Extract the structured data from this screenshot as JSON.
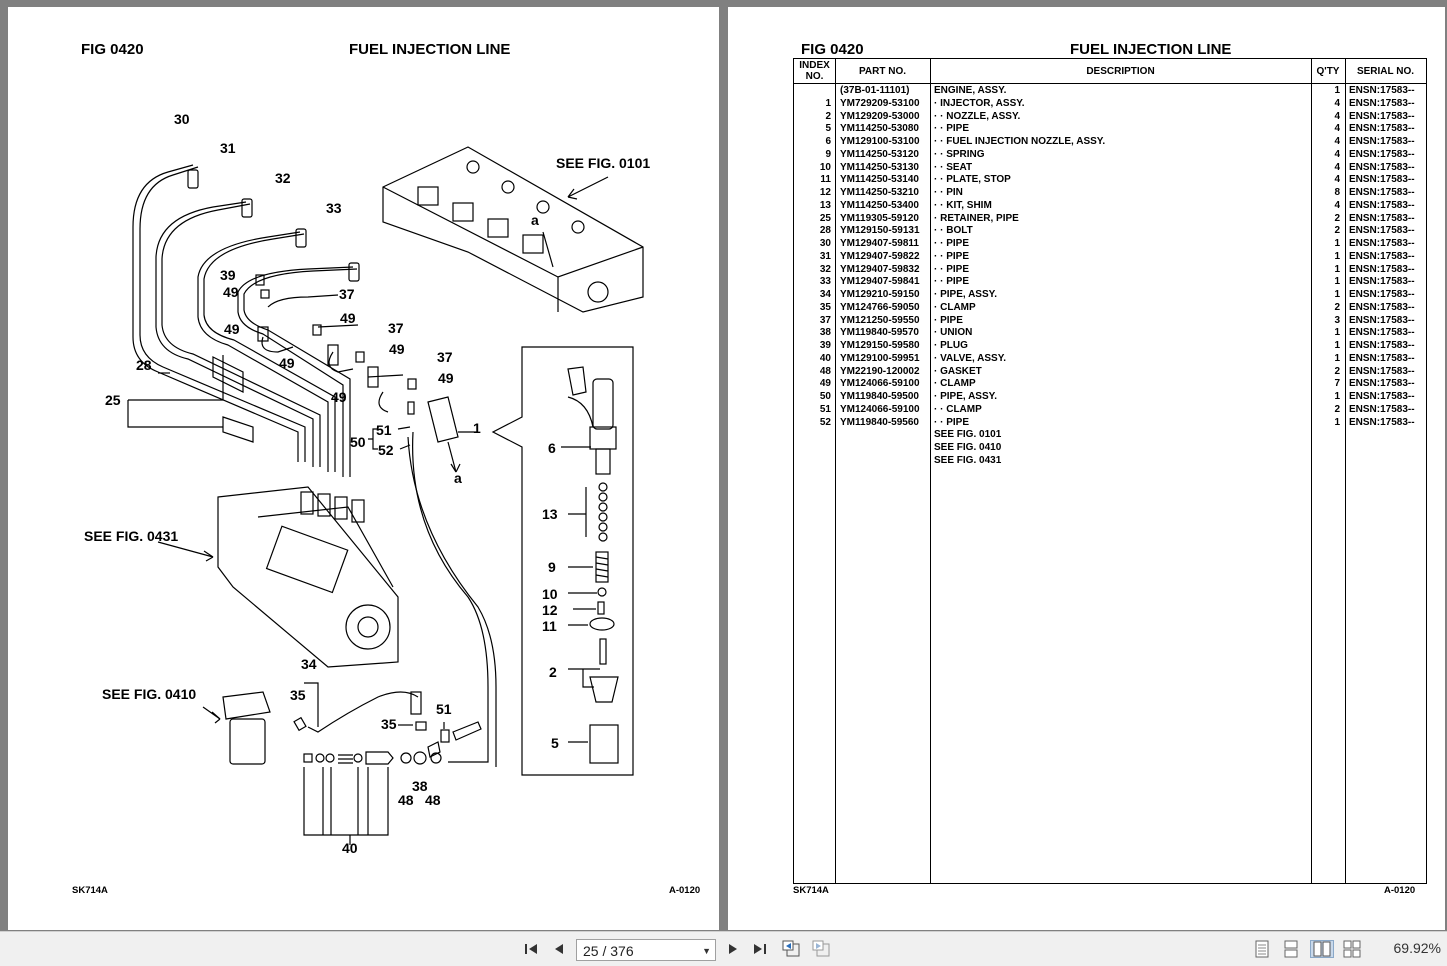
{
  "left_page": {
    "fig_code": "FIG   0420",
    "title": "FUEL INJECTION LINE",
    "footer_left": "SK714A",
    "footer_right": "A-0120",
    "callouts": {
      "see_0101": "SEE FIG. 0101",
      "see_0431": "SEE FIG. 0431",
      "see_0410": "SEE FIG. 0410",
      "n30": "30",
      "n31": "31",
      "n32": "32",
      "n33": "33",
      "n39": "39",
      "n49a": "49",
      "n37a": "37",
      "n49b": "49",
      "n49c": "49",
      "n37b": "37",
      "n49d": "49",
      "n49e": "49",
      "n37c": "37",
      "n49f": "49",
      "n49g": "49",
      "n28": "28",
      "n25": "25",
      "n50": "50",
      "n51a": "51",
      "n52": "52",
      "n1": "1",
      "a1": "a",
      "a2": "a",
      "n6": "6",
      "n13": "13",
      "n9": "9",
      "n10": "10",
      "n12": "12",
      "n11": "11",
      "n2": "2",
      "n5": "5",
      "n34": "34",
      "n35a": "35",
      "n35b": "35",
      "n51b": "51",
      "n38": "38",
      "n48a": "48",
      "n48b": "48",
      "n40": "40"
    }
  },
  "right_page": {
    "fig_code": "FIG   0420",
    "title": "FUEL INJECTION LINE",
    "footer_left": "SK714A",
    "footer_right": "A-0120",
    "headers": {
      "index": "INDEX NO.",
      "part": "PART NO.",
      "desc": "DESCRIPTION",
      "qty": "Q'TY",
      "serial": "SERIAL NO."
    },
    "rows": [
      {
        "idx": "",
        "part": "(37B-01-11101)",
        "desc": "ENGINE, ASSY.",
        "qty": "1",
        "serial": "ENSN:17583--"
      },
      {
        "idx": "1",
        "part": "YM729209-53100",
        "desc": "· INJECTOR, ASSY.",
        "qty": "4",
        "serial": "ENSN:17583--"
      },
      {
        "idx": "2",
        "part": "YM129209-53000",
        "desc": "· · NOZZLE, ASSY.",
        "qty": "4",
        "serial": "ENSN:17583--"
      },
      {
        "idx": "5",
        "part": "YM114250-53080",
        "desc": "· · PIPE",
        "qty": "4",
        "serial": "ENSN:17583--"
      },
      {
        "idx": "6",
        "part": "YM129100-53100",
        "desc": "· · FUEL INJECTION NOZZLE, ASSY.",
        "qty": "4",
        "serial": "ENSN:17583--"
      },
      {
        "idx": "9",
        "part": "YM114250-53120",
        "desc": "· · SPRING",
        "qty": "4",
        "serial": "ENSN:17583--"
      },
      {
        "idx": "10",
        "part": "YM114250-53130",
        "desc": "· · SEAT",
        "qty": "4",
        "serial": "ENSN:17583--"
      },
      {
        "idx": "11",
        "part": "YM114250-53140",
        "desc": "· · PLATE, STOP",
        "qty": "4",
        "serial": "ENSN:17583--"
      },
      {
        "idx": "12",
        "part": "YM114250-53210",
        "desc": "· · PIN",
        "qty": "8",
        "serial": "ENSN:17583--"
      },
      {
        "idx": "13",
        "part": "YM114250-53400",
        "desc": "· · KIT, SHIM",
        "qty": "4",
        "serial": "ENSN:17583--"
      },
      {
        "idx": "25",
        "part": "YM119305-59120",
        "desc": "· RETAINER, PIPE",
        "qty": "2",
        "serial": "ENSN:17583--"
      },
      {
        "idx": "28",
        "part": "YM129150-59131",
        "desc": "· · BOLT",
        "qty": "2",
        "serial": "ENSN:17583--"
      },
      {
        "idx": "30",
        "part": "YM129407-59811",
        "desc": "· · PIPE",
        "qty": "1",
        "serial": "ENSN:17583--"
      },
      {
        "idx": "31",
        "part": "YM129407-59822",
        "desc": "· · PIPE",
        "qty": "1",
        "serial": "ENSN:17583--"
      },
      {
        "idx": "32",
        "part": "YM129407-59832",
        "desc": "· · PIPE",
        "qty": "1",
        "serial": "ENSN:17583--"
      },
      {
        "idx": "33",
        "part": "YM129407-59841",
        "desc": "· · PIPE",
        "qty": "1",
        "serial": "ENSN:17583--"
      },
      {
        "idx": "34",
        "part": "YM129210-59150",
        "desc": "· PIPE, ASSY.",
        "qty": "1",
        "serial": "ENSN:17583--"
      },
      {
        "idx": "35",
        "part": "YM124766-59050",
        "desc": "· CLAMP",
        "qty": "2",
        "serial": "ENSN:17583--"
      },
      {
        "idx": "37",
        "part": "YM121250-59550",
        "desc": "· PIPE",
        "qty": "3",
        "serial": "ENSN:17583--"
      },
      {
        "idx": "38",
        "part": "YM119840-59570",
        "desc": "· UNION",
        "qty": "1",
        "serial": "ENSN:17583--"
      },
      {
        "idx": "39",
        "part": "YM129150-59580",
        "desc": "· PLUG",
        "qty": "1",
        "serial": "ENSN:17583--"
      },
      {
        "idx": "40",
        "part": "YM129100-59951",
        "desc": "· VALVE, ASSY.",
        "qty": "1",
        "serial": "ENSN:17583--"
      },
      {
        "idx": "48",
        "part": "YM22190-120002",
        "desc": "· GASKET",
        "qty": "2",
        "serial": "ENSN:17583--"
      },
      {
        "idx": "49",
        "part": "YM124066-59100",
        "desc": "· CLAMP",
        "qty": "7",
        "serial": "ENSN:17583--"
      },
      {
        "idx": "50",
        "part": "YM119840-59500",
        "desc": "· PIPE, ASSY.",
        "qty": "1",
        "serial": "ENSN:17583--"
      },
      {
        "idx": "51",
        "part": "YM124066-59100",
        "desc": "· · CLAMP",
        "qty": "2",
        "serial": "ENSN:17583--"
      },
      {
        "idx": "52",
        "part": "YM119840-59560",
        "desc": "· · PIPE",
        "qty": "1",
        "serial": "ENSN:17583--"
      },
      {
        "idx": "",
        "part": "",
        "desc": "SEE FIG. 0101",
        "qty": "",
        "serial": ""
      },
      {
        "idx": "",
        "part": "",
        "desc": "SEE FIG. 0410",
        "qty": "",
        "serial": ""
      },
      {
        "idx": "",
        "part": "",
        "desc": "SEE FIG. 0431",
        "qty": "",
        "serial": ""
      }
    ]
  },
  "toolbar": {
    "page_value": "25 / 376",
    "zoom": "69.92%",
    "icons": [
      "first-page-icon",
      "prev-page-icon",
      "next-page-icon",
      "last-page-icon",
      "go-back-view-icon",
      "go-forward-view-icon",
      "single-page-icon",
      "continuous-icon",
      "facing-icon",
      "continuous-facing-icon"
    ]
  }
}
